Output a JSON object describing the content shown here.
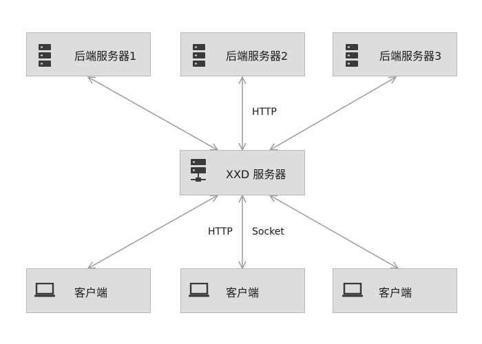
{
  "backend_servers": [
    {
      "label": "后端服务器1",
      "icon": "server-rack-icon"
    },
    {
      "label": "后端服务器2",
      "icon": "server-rack-icon"
    },
    {
      "label": "后端服务器3",
      "icon": "server-rack-icon"
    }
  ],
  "central_server": {
    "label": "XXD 服务器",
    "icon": "network-server-icon"
  },
  "clients": [
    {
      "label": "客户端",
      "icon": "laptop-icon"
    },
    {
      "label": "客户端",
      "icon": "laptop-icon"
    },
    {
      "label": "客户端",
      "icon": "laptop-icon"
    }
  ],
  "edge_labels": {
    "upper": "HTTP",
    "lower_left": "HTTP",
    "lower_right": "Socket"
  },
  "colors": {
    "node_fill": "#dddddd",
    "node_border": "#b8b8b8",
    "arrow": "#9a9a9a",
    "icon": "#3a3a3a"
  }
}
